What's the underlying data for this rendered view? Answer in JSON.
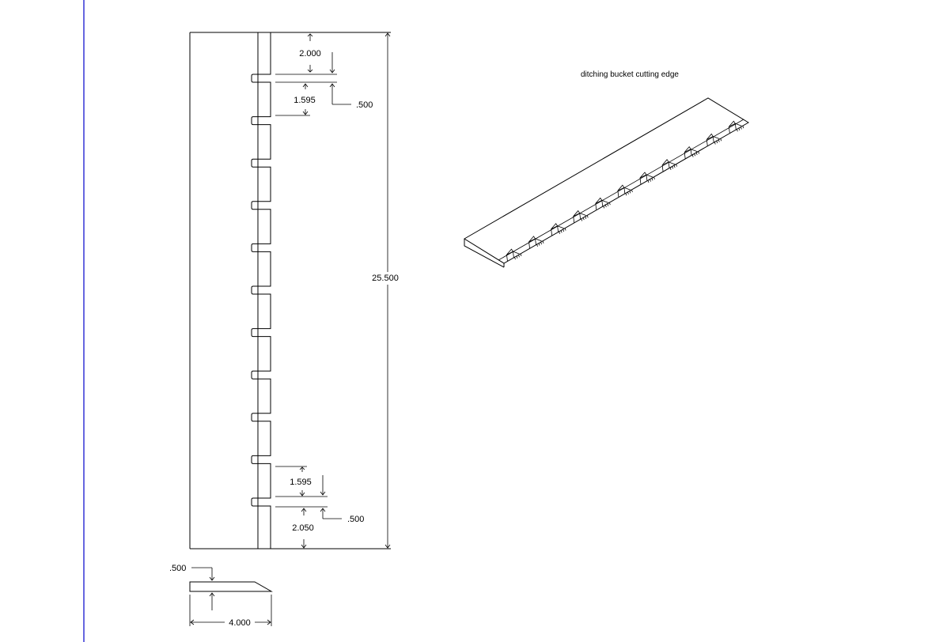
{
  "drawing": {
    "title": "ditching bucket cutting edge",
    "border_color": "#0000cc",
    "line_color": "#000000",
    "plan_view": {
      "notch_count": 11
    },
    "dimensions": {
      "top_offset": "2.000",
      "top_spacing": "1.595",
      "top_notch_width": ".500",
      "overall_length": "25.500",
      "bottom_spacing": "1.595",
      "bottom_notch_width": ".500",
      "bottom_offset": "2.050",
      "section_thickness": ".500",
      "section_width": "4.000"
    }
  }
}
